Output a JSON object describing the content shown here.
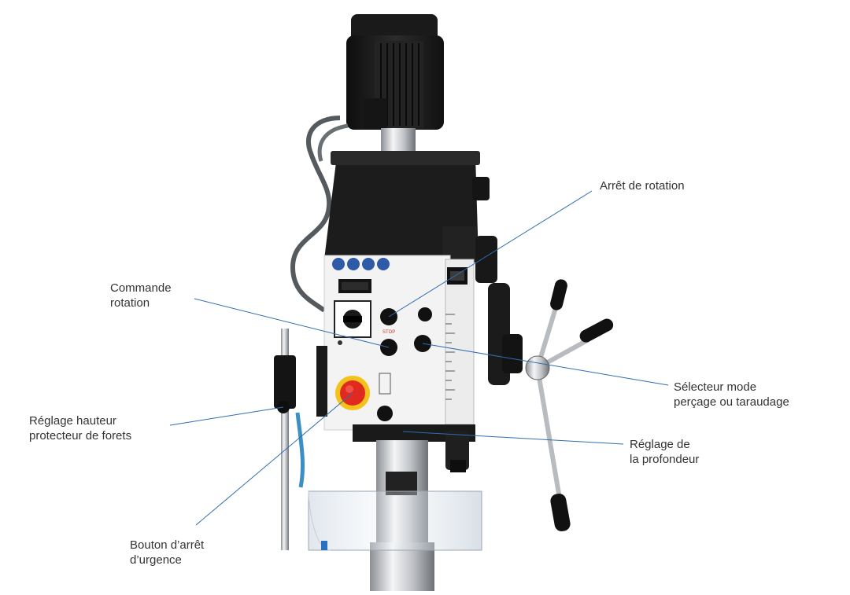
{
  "colors": {
    "leader_line": "#2f6db0",
    "machine_black": "#1c1c1c",
    "panel_white": "#f2f2f2",
    "chrome": "#c9ccd0",
    "estop_red": "#e12a1f",
    "estop_yellow": "#f4c21b",
    "guard_clear": "#dfe6ee"
  },
  "callouts": {
    "rotation_stop": {
      "lines": [
        "Arrêt de rotation"
      ]
    },
    "rotation_control": {
      "lines": [
        "Commande",
        "rotation"
      ]
    },
    "mode_selector": {
      "lines": [
        "Sélecteur mode",
        "perçage ou taraudage"
      ]
    },
    "guard_height": {
      "lines": [
        "Réglage hauteur",
        "protecteur de forets"
      ]
    },
    "depth_adjust": {
      "lines": [
        "Réglage de",
        "la profondeur"
      ]
    },
    "emergency_stop": {
      "lines": [
        "Bouton d’arrêt",
        "d’urgence"
      ]
    }
  },
  "panel": {
    "stop_marking": "STOP"
  },
  "icons": [
    "drill-press-photo",
    "emergency-stop-button",
    "rotary-switch",
    "digital-display"
  ]
}
